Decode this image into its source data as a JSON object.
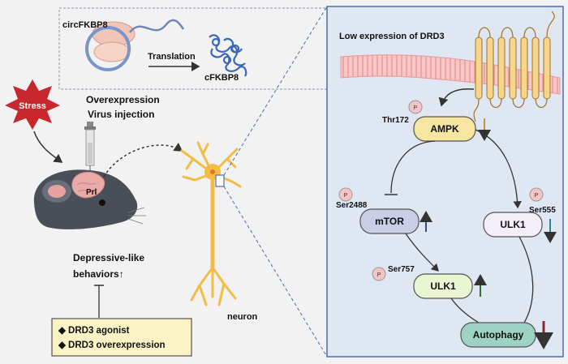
{
  "left": {
    "circ_label": "circFKBP8",
    "translation_label": "Translation",
    "protein_label": "cFKBP8",
    "stress_label": "Stress",
    "overexpression_line1": "Overexpression",
    "overexpression_line2": "Virus injection",
    "region_label": "Prl",
    "behavior_line1": "Depressive-like",
    "behavior_line2": "behaviors↑",
    "treatment_items": [
      "◆ DRD3 agonist",
      "◆ DRD3 overexpression"
    ],
    "neuron_label": "neuron"
  },
  "right": {
    "title": "Low expression of DRD3",
    "ampk": {
      "label": "AMPK",
      "site": "Thr172",
      "arrow": "down"
    },
    "mtor": {
      "label": "mTOR",
      "site": "Ser2488",
      "arrow": "up"
    },
    "ulk1_right": {
      "label": "ULK1",
      "site": "Ser555",
      "arrow": "down"
    },
    "ulk1_lower": {
      "label": "ULK1",
      "site": "Ser757",
      "arrow": "up"
    },
    "autophagy": {
      "label": "Autophagy",
      "arrow": "down"
    },
    "phospho_symbol": "P"
  },
  "colors": {
    "ampk_fill": "#f6e6a0",
    "mtor_fill": "#c9cde6",
    "ulk1_fill": "#eaf6d2",
    "ulk1_right_fill": "#f4eef8",
    "autophagy_fill": "#9ed3c4",
    "phospho_fill": "#f4c4c4",
    "membrane": "#f2a8a8",
    "receptor": "#f6d58c",
    "neuron": "#f3bd45",
    "arrow_brown": "#c4923a",
    "arrow_blue": "#2f4f8f",
    "arrow_teal": "#2a8a8a",
    "arrow_green": "#2e6e2e",
    "arrow_red": "#8b2a2a",
    "stress": "#c8282d",
    "panel_border": "#4a6fa5"
  }
}
